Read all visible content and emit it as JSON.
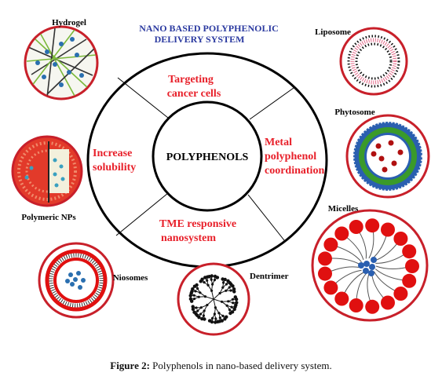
{
  "diagram": {
    "header": {
      "line1": "NANO BASED POLYPHENOLIC",
      "line2": "DELIVERY SYSTEM"
    },
    "center_label": "POLYPHENOLS",
    "ring_segments": [
      {
        "lines": [
          "Targeting",
          "cancer cells"
        ]
      },
      {
        "lines": [
          "Metal",
          "polyphenol",
          "coordination"
        ]
      },
      {
        "lines": [
          "TME responsive",
          "nanosystem"
        ]
      },
      {
        "lines": [
          "Increase",
          "solubility"
        ]
      }
    ],
    "carriers": {
      "hydrogel": "Hydrogel",
      "liposome": "Liposome",
      "phytosome": "Phytosome",
      "polymeric_nps": "Polymeric NPs",
      "micelles": "Micelles",
      "niosomes": "Niosomes",
      "dentrimer": "Dentrimer"
    },
    "colors": {
      "segment_text": "#e8202a",
      "header_text": "#2b3aa0",
      "ring": "#000000",
      "carrier_border": "#c8202a",
      "micelle_red": "#e01010",
      "phytosome_green": "#3a9a2a",
      "phytosome_blue": "#2a5fb0"
    }
  },
  "caption": {
    "label": "Figure 2:",
    "text": " Polyphenols in nano-based delivery system."
  }
}
